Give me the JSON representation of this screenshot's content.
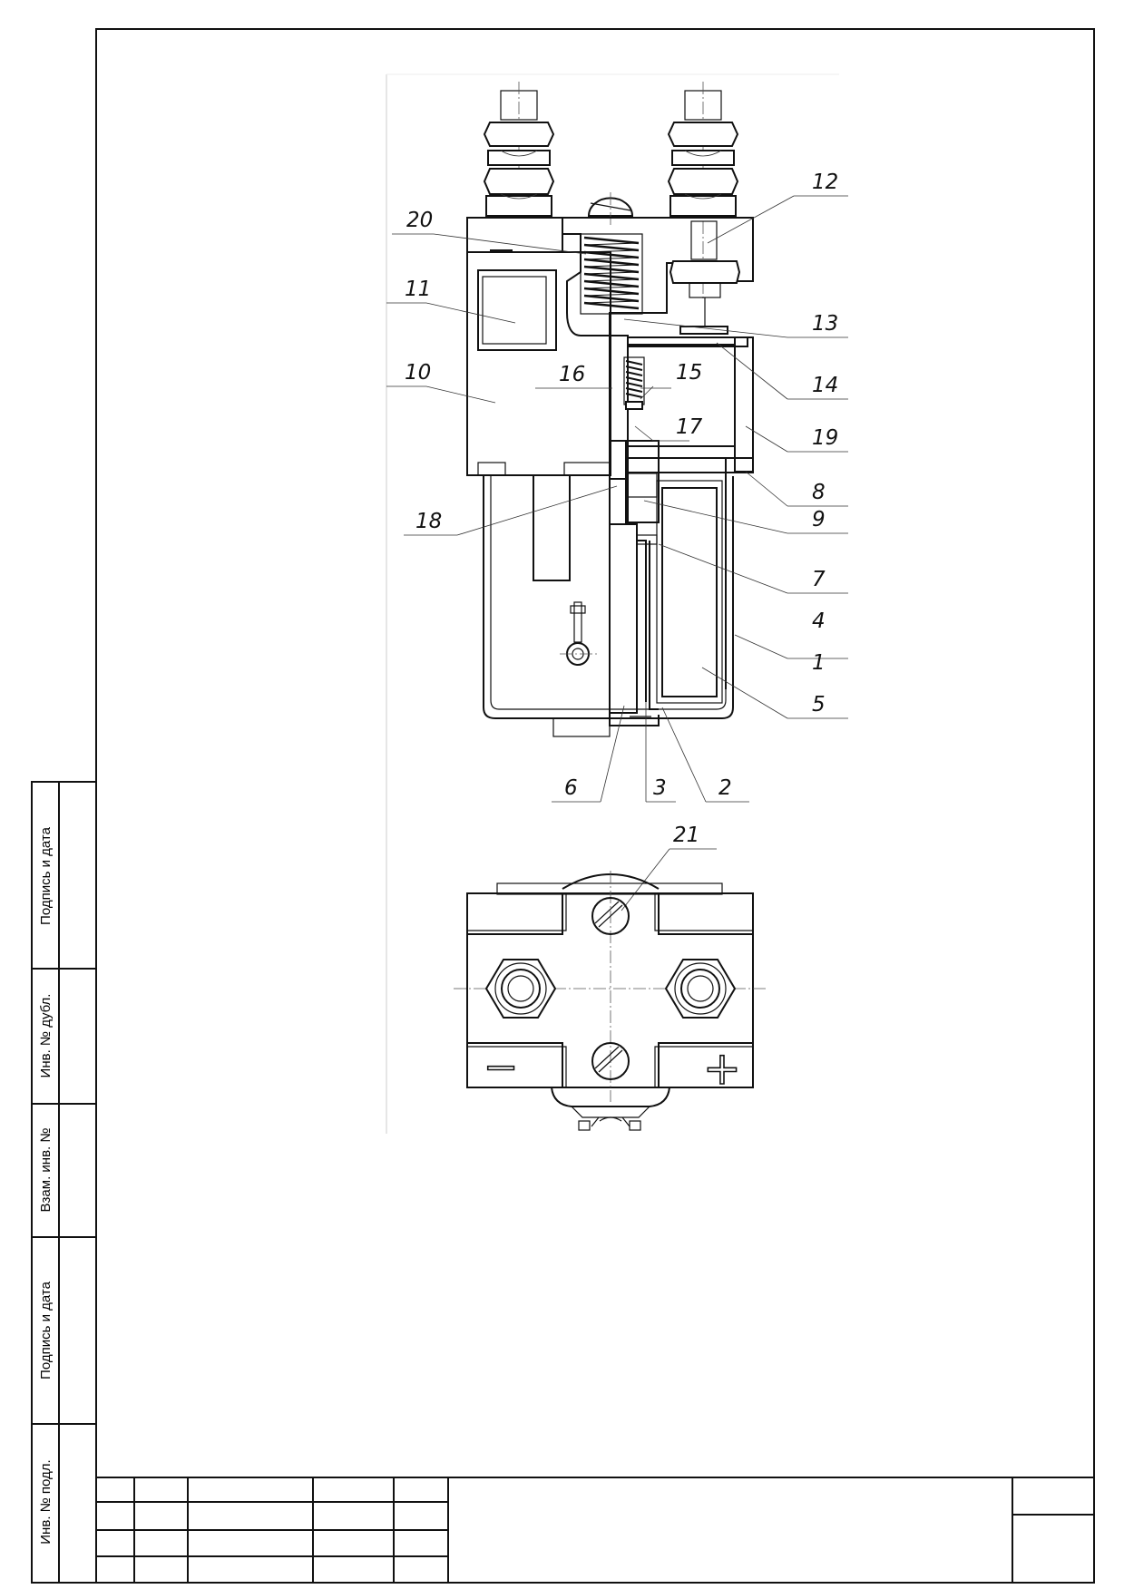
{
  "stamp_side_labels": [
    "Подпись и дата",
    "Инв. № дубл.",
    "Взам. инв. №",
    "Подпись и дата",
    "Инв. № подл."
  ],
  "callouts": [
    "1",
    "2",
    "3",
    "4",
    "5",
    "6",
    "7",
    "8",
    "9",
    "10",
    "11",
    "12",
    "13",
    "14",
    "15",
    "16",
    "17",
    "18",
    "19",
    "20",
    "21"
  ],
  "polarity": {
    "minus": "−",
    "plus": "+"
  }
}
